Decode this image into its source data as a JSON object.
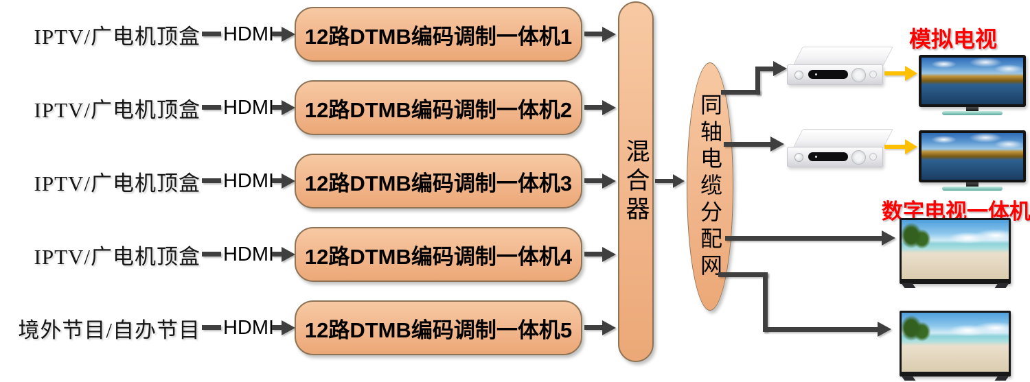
{
  "rows": [
    {
      "source": "IPTV/广电机顶盒",
      "cable": "HDMI",
      "encoder": "12路DTMB编码调制一体机1"
    },
    {
      "source": "IPTV/广电机顶盒",
      "cable": "HDMI",
      "encoder": "12路DTMB编码调制一体机2"
    },
    {
      "source": "IPTV/广电机顶盒",
      "cable": "HDMI",
      "encoder": "12路DTMB编码调制一体机3"
    },
    {
      "source": "IPTV/广电机顶盒",
      "cable": "HDMI",
      "encoder": "12路DTMB编码调制一体机4"
    },
    {
      "source": "境外节目/自办节目",
      "cable": "HDMI",
      "encoder": "12路DTMB编码调制一体机5"
    }
  ],
  "mixer": {
    "label": "混合器"
  },
  "distribution": {
    "label": "同轴电缆分配网"
  },
  "outputs": {
    "analog_label": "模拟电视",
    "digital_label": "数字电视一体机"
  },
  "colors": {
    "node_fill_light": "#F7C9A3",
    "node_fill_dark": "#ECA877",
    "node_border": "#8C7355",
    "arrow_dark": "#3F3F3F",
    "arrow_yellow": "#FFC000",
    "label_red": "#FE0000"
  }
}
